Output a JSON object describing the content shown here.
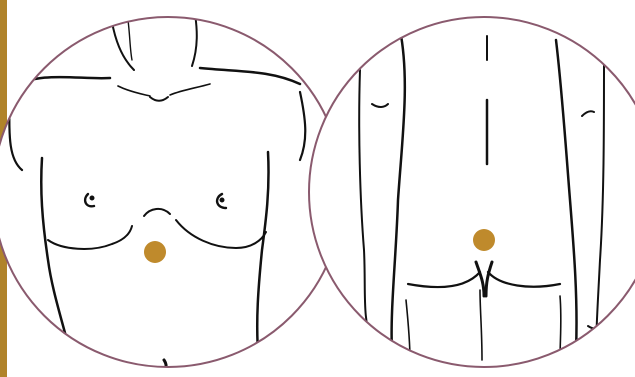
{
  "colors": {
    "frame_bar": "#b0832a",
    "circle_border": "#8a5a6e",
    "marker": "#bf8a2c",
    "line_art": "#111111",
    "background": "#ffffff"
  },
  "panels": [
    {
      "name": "front-view",
      "marker": "point-marker"
    },
    {
      "name": "back-view",
      "marker": "point-marker"
    }
  ]
}
